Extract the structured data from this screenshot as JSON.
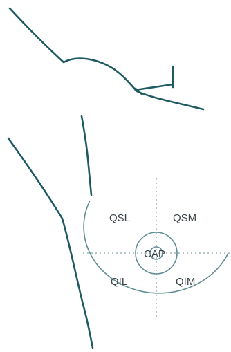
{
  "diagram": {
    "labels": {
      "qsl": "QSL",
      "qsm": "QSM",
      "cap": "CAP",
      "qil": "QIL",
      "qim": "QIM"
    },
    "colors": {
      "outline": "#1f5a63",
      "guide": "#9fb6ba",
      "text": "#3b4448",
      "background": "#ffffff"
    }
  }
}
